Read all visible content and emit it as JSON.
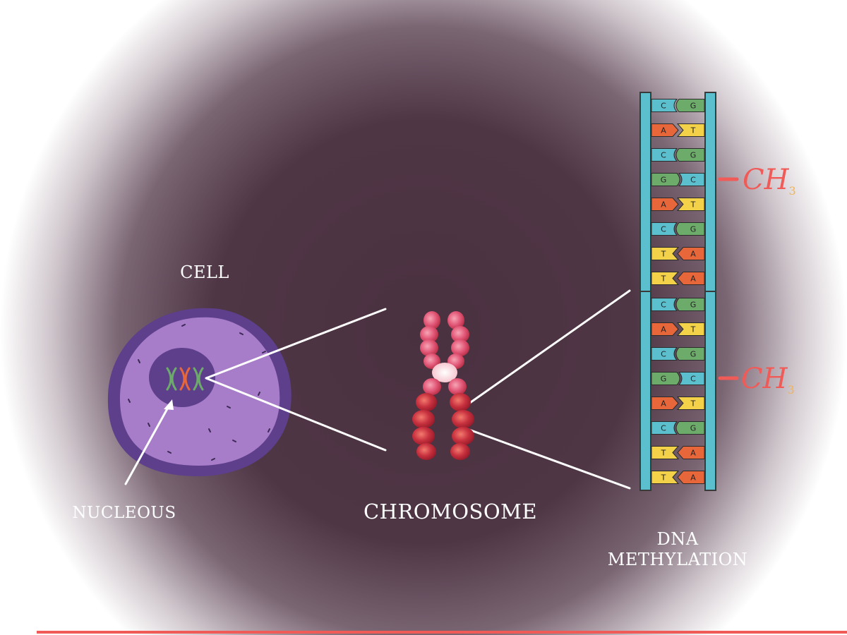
{
  "labels": {
    "cell": "CELL",
    "nucleus": "NUCLEOUS",
    "chromosome": "CHROMOSOME",
    "dna_line1": "DNA",
    "dna_line2": "METHYLATION"
  },
  "methyl_groups": [
    {
      "main": "CH",
      "sub": "3"
    },
    {
      "main": "CH",
      "sub": "3"
    }
  ],
  "dna_segments": [
    {
      "pairs": [
        [
          "C",
          "G"
        ],
        [
          "A",
          "T"
        ],
        [
          "C",
          "G"
        ],
        [
          "G",
          "C"
        ],
        [
          "A",
          "T"
        ],
        [
          "C",
          "G"
        ],
        [
          "T",
          "A"
        ],
        [
          "T",
          "A"
        ]
      ]
    },
    {
      "pairs": [
        [
          "C",
          "G"
        ],
        [
          "A",
          "T"
        ],
        [
          "C",
          "G"
        ],
        [
          "G",
          "C"
        ],
        [
          "A",
          "T"
        ],
        [
          "C",
          "G"
        ],
        [
          "T",
          "A"
        ],
        [
          "T",
          "A"
        ]
      ]
    }
  ],
  "colors": {
    "background_center": "#4a3140",
    "cell_outer": "#a77cc8",
    "cell_membrane": "#5d3f8c",
    "nucleus": "#5d3f8c",
    "backbone": "#5cbfcd",
    "base_C": "#5cbfcd",
    "base_G": "#6dab6a",
    "base_A": "#e7673a",
    "base_T": "#f3d24a",
    "accent": "#f05b57"
  }
}
